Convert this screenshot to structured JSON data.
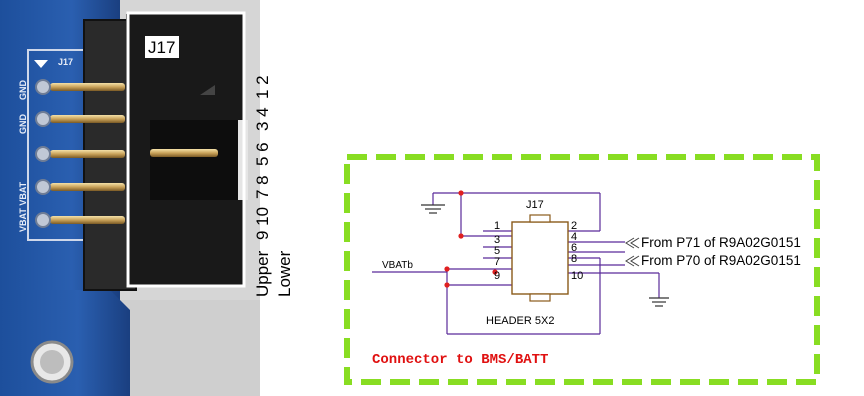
{
  "photo": {
    "connector_label": "J17",
    "silk_ref": "J17",
    "silk_gnd1": "GND",
    "silk_gnd2": "GND",
    "silk_vbat": "VBAT VBAT"
  },
  "pin_pair_labels": [
    "1 2",
    "3 4",
    "5 6",
    "7 8",
    "9 10"
  ],
  "row_labels": [
    "Upper",
    "Lower"
  ],
  "schematic": {
    "part_ref": "J17",
    "part_name": "HEADER 5X2",
    "left_pins": [
      "1",
      "3",
      "5",
      "7",
      "9"
    ],
    "right_pins": [
      "2",
      "4",
      "6",
      "8",
      "10"
    ],
    "net_vbat": "VBATb",
    "note_p71": "From P71 of R9A02G0151",
    "note_p70": "From P70 of R9A02G0151",
    "caption": "Connector to BMS/BATT"
  },
  "colors": {
    "border_dash": "#88dd22",
    "wire": "#5a2a9a",
    "junction": "#e02020",
    "caption": "#e01010",
    "board": "#1f4f9a"
  }
}
